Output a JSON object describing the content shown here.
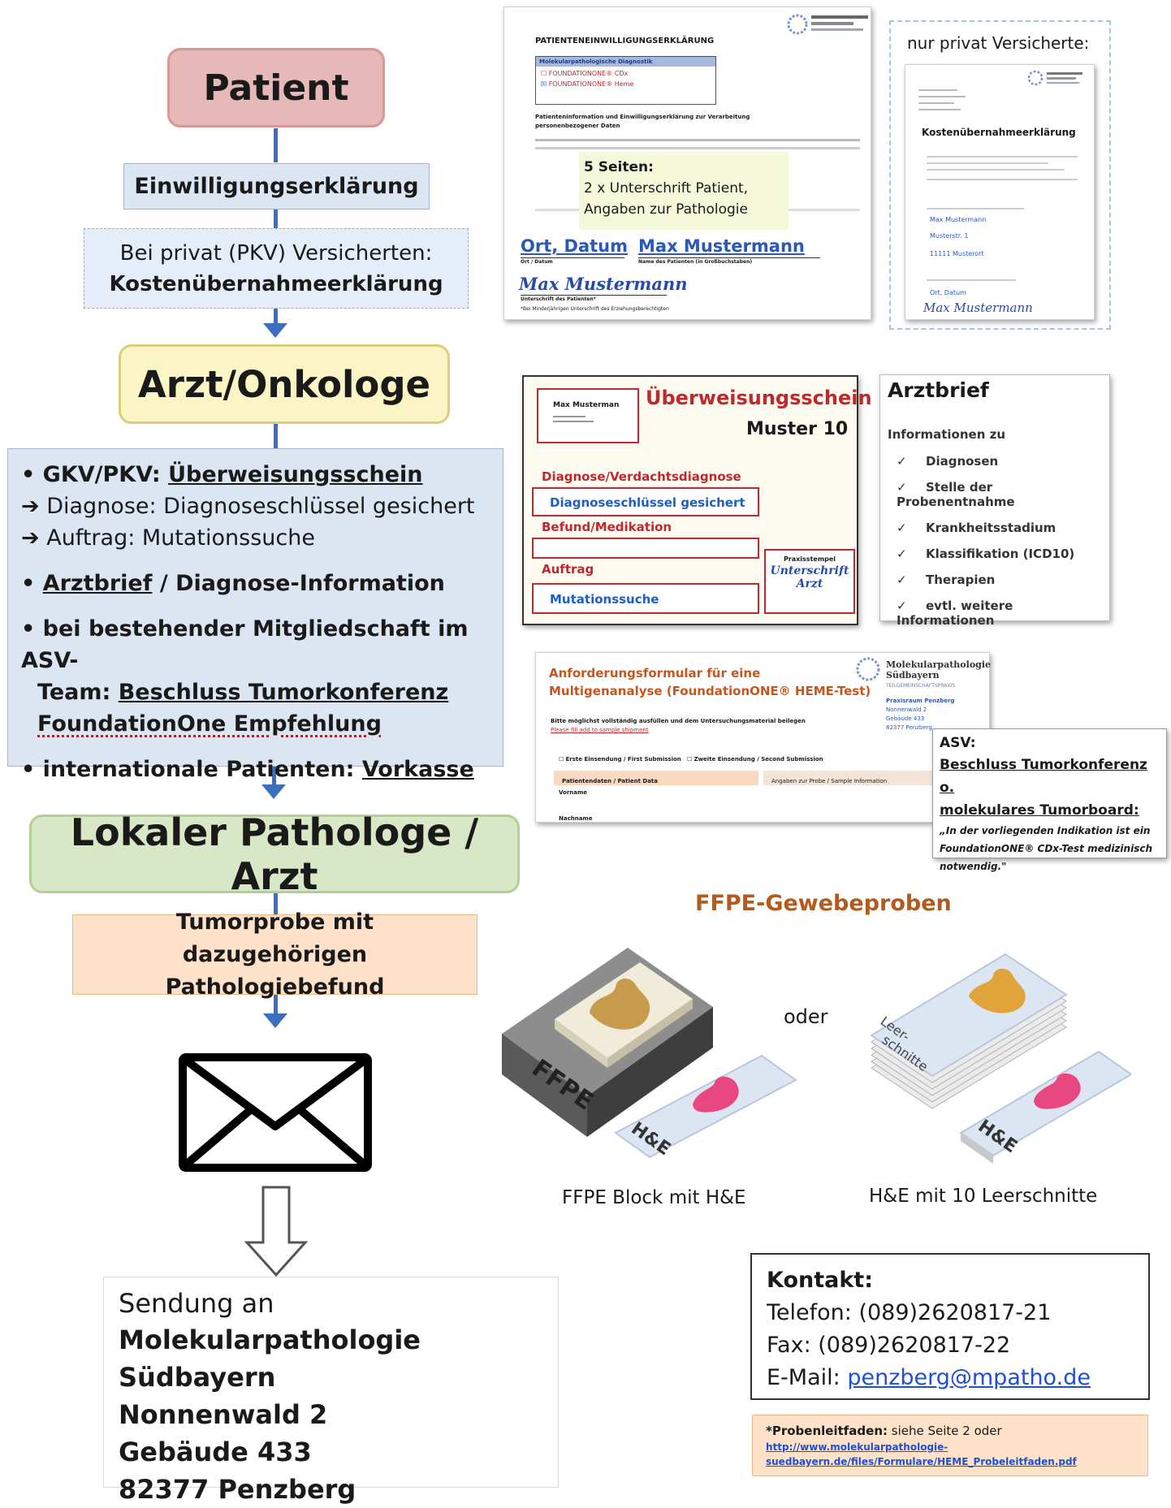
{
  "flow": {
    "patient": "Patient",
    "consent": "Einwilligungserklärung",
    "pkv_line1": "Bei privat (PKV) Versicherten:",
    "pkv_line2": "Kostenübernahmeerklärung",
    "doctor": "Arzt/Onkologe",
    "doctor_box": {
      "gkv_prefix": "GKV/PKV: ",
      "gkv_link": "Überweisungsschein",
      "diag_line": "Diagnose: Diagnoseschlüssel gesichert",
      "auftrag_line": "Auftrag: Mutationssuche",
      "arztbrief_link": "Arztbrief",
      "arztbrief_rest": " / Diagnose-Information",
      "asv_line1": "bei bestehender Mitgliedschaft im ASV-",
      "asv_line2_prefix": "Team: ",
      "asv_line2_link": "Beschluss Tumorkonferenz",
      "asv_line3": "FoundationOne Empfehlung",
      "intl_prefix": "internationale Patienten:  ",
      "intl_link": "Vorkasse"
    },
    "pathologist": "Lokaler Pathologe / Arzt",
    "tumor_line1": "Tumorprobe mit",
    "tumor_line2": "dazugehörigen Pathologiebefund",
    "send_label": "Sendung an",
    "address": [
      "Molekularpathologie Südbayern",
      "Nonnenwald 2",
      "Gebäude 433",
      "82377 Penzberg"
    ]
  },
  "consent_doc": {
    "title": "PATIENTENEINWILLIGUNGSERKLÄRUNG",
    "section": "Molekularpathologische Diagnostik",
    "opt1": "FOUNDATIONONE® CDx",
    "opt2": "FOUNDATIONONE® Heme",
    "info_text": "Patienteninformation und Einwilligungserklärung zur Verarbeitung personenbezogener Daten",
    "pages_title": "5 Seiten:",
    "pages_line1": "2 x Unterschrift Patient,",
    "pages_line2": "Angaben zur Pathologie",
    "place_date": "Ort, Datum",
    "name": "Max Mustermann",
    "place_date_small": "Ort / Datum",
    "name_small": "Name des Patienten (in Großbuchstaben)",
    "signature": "Max Mustermann",
    "sig_small": "Unterschrift des Patienten*",
    "footnote": "*Bei Minderjährigen Unterschrift des Erziehungsberechtigten"
  },
  "private_doc": {
    "label": "nur privat Versicherte:",
    "title": "Kostenübernahmeerklärung",
    "f1": "Max Mustermann",
    "f2": "Musterstr. 1",
    "f3": "11111 Musterort",
    "f4": "Ort, Datum",
    "signature": "Max Mustermann"
  },
  "referral": {
    "name": "Max Musterman",
    "title": "Überweisungsschein",
    "subtitle": "Muster 10",
    "diag_label": "Diagnose/Verdachtsdiagnose",
    "diag_value": "Diagnoseschlüssel gesichert",
    "befund_label": "Befund/Medikation",
    "auftrag_label": "Auftrag",
    "auftrag_value": "Mutationssuche",
    "stamp_label": "Praxisstempel",
    "stamp_sig1": "Unterschrift",
    "stamp_sig2": "Arzt"
  },
  "arztbrief": {
    "title": "Arztbrief",
    "subtitle": "Informationen zu",
    "items": [
      "Diagnosen",
      "Stelle der Probenentnahme",
      "Krankheitsstadium",
      "Klassifikation (ICD10)",
      "Therapien",
      "evtl. weitere Informationen"
    ]
  },
  "request_form": {
    "title_line1": "Anforderungsformular für eine",
    "title_line2": "Multigenanalyse (FoundationONE® HEME-Test)",
    "org1": "Molekularpathologie",
    "org2": "Südbayern",
    "org_sub": "TEILGEMEINSCHAFTSPRAXIS",
    "addr": [
      "Praxisraum Penzberg",
      "Nonnenwald 2",
      "Gebäude 433",
      "82377 Penzberg"
    ],
    "instr1": "Bitte möglichst vollständig ausfüllen und dem Untersuchungsmaterial beilegen",
    "instr2": "Please fill add to sample shipment",
    "opt1": "Erste Einsendung / First Submission",
    "opt2": "Zweite Einsendung / Second Submission",
    "tab1": "Patientendaten / Patient Data",
    "tab2": "Angaben zur Probe / Sample Information",
    "field1": "Vorname",
    "field2": "Nachname"
  },
  "asv_note": {
    "label": "ASV:",
    "line1": "Beschluss Tumorkonferenz o.",
    "line2": "molekulares Tumorboard:",
    "quote": "„In der vorliegenden Indikation ist ein FoundationONE® CDx-Test medizinisch notwendig.\""
  },
  "samples": {
    "title": "FFPE-Gewebeproben",
    "or": "oder",
    "block_text": "FFPE",
    "he_text": "H&E",
    "leer_text": "Leer-schnitte",
    "caption1": "FFPE Block mit H&E",
    "caption2": "H&E mit 10 Leerschnitte"
  },
  "contact": {
    "title": "Kontakt:",
    "phone": "Telefon: (089)2620817-21",
    "fax": "Fax: (089)2620817-22",
    "email_label": "E-Mail: ",
    "email": "penzberg@mpatho.de"
  },
  "guide": {
    "bold": "*Probenleitfaden:",
    "rest": " siehe Seite 2 oder",
    "url1": "http://www.molekularpathologie-",
    "url2": "suedbayern.de/files/Formulare/HEME_Probeleitfaden.pdf"
  },
  "colors": {
    "arrow": "#3b6fc0",
    "patient_bg": "#e6b8b7",
    "doctor_bg": "#fbf4c4",
    "pathologist_bg": "#d8e7c6",
    "blue_box_bg": "#dce6f2",
    "tumor_bg": "#fde2c9",
    "form_red": "#c0282e"
  }
}
